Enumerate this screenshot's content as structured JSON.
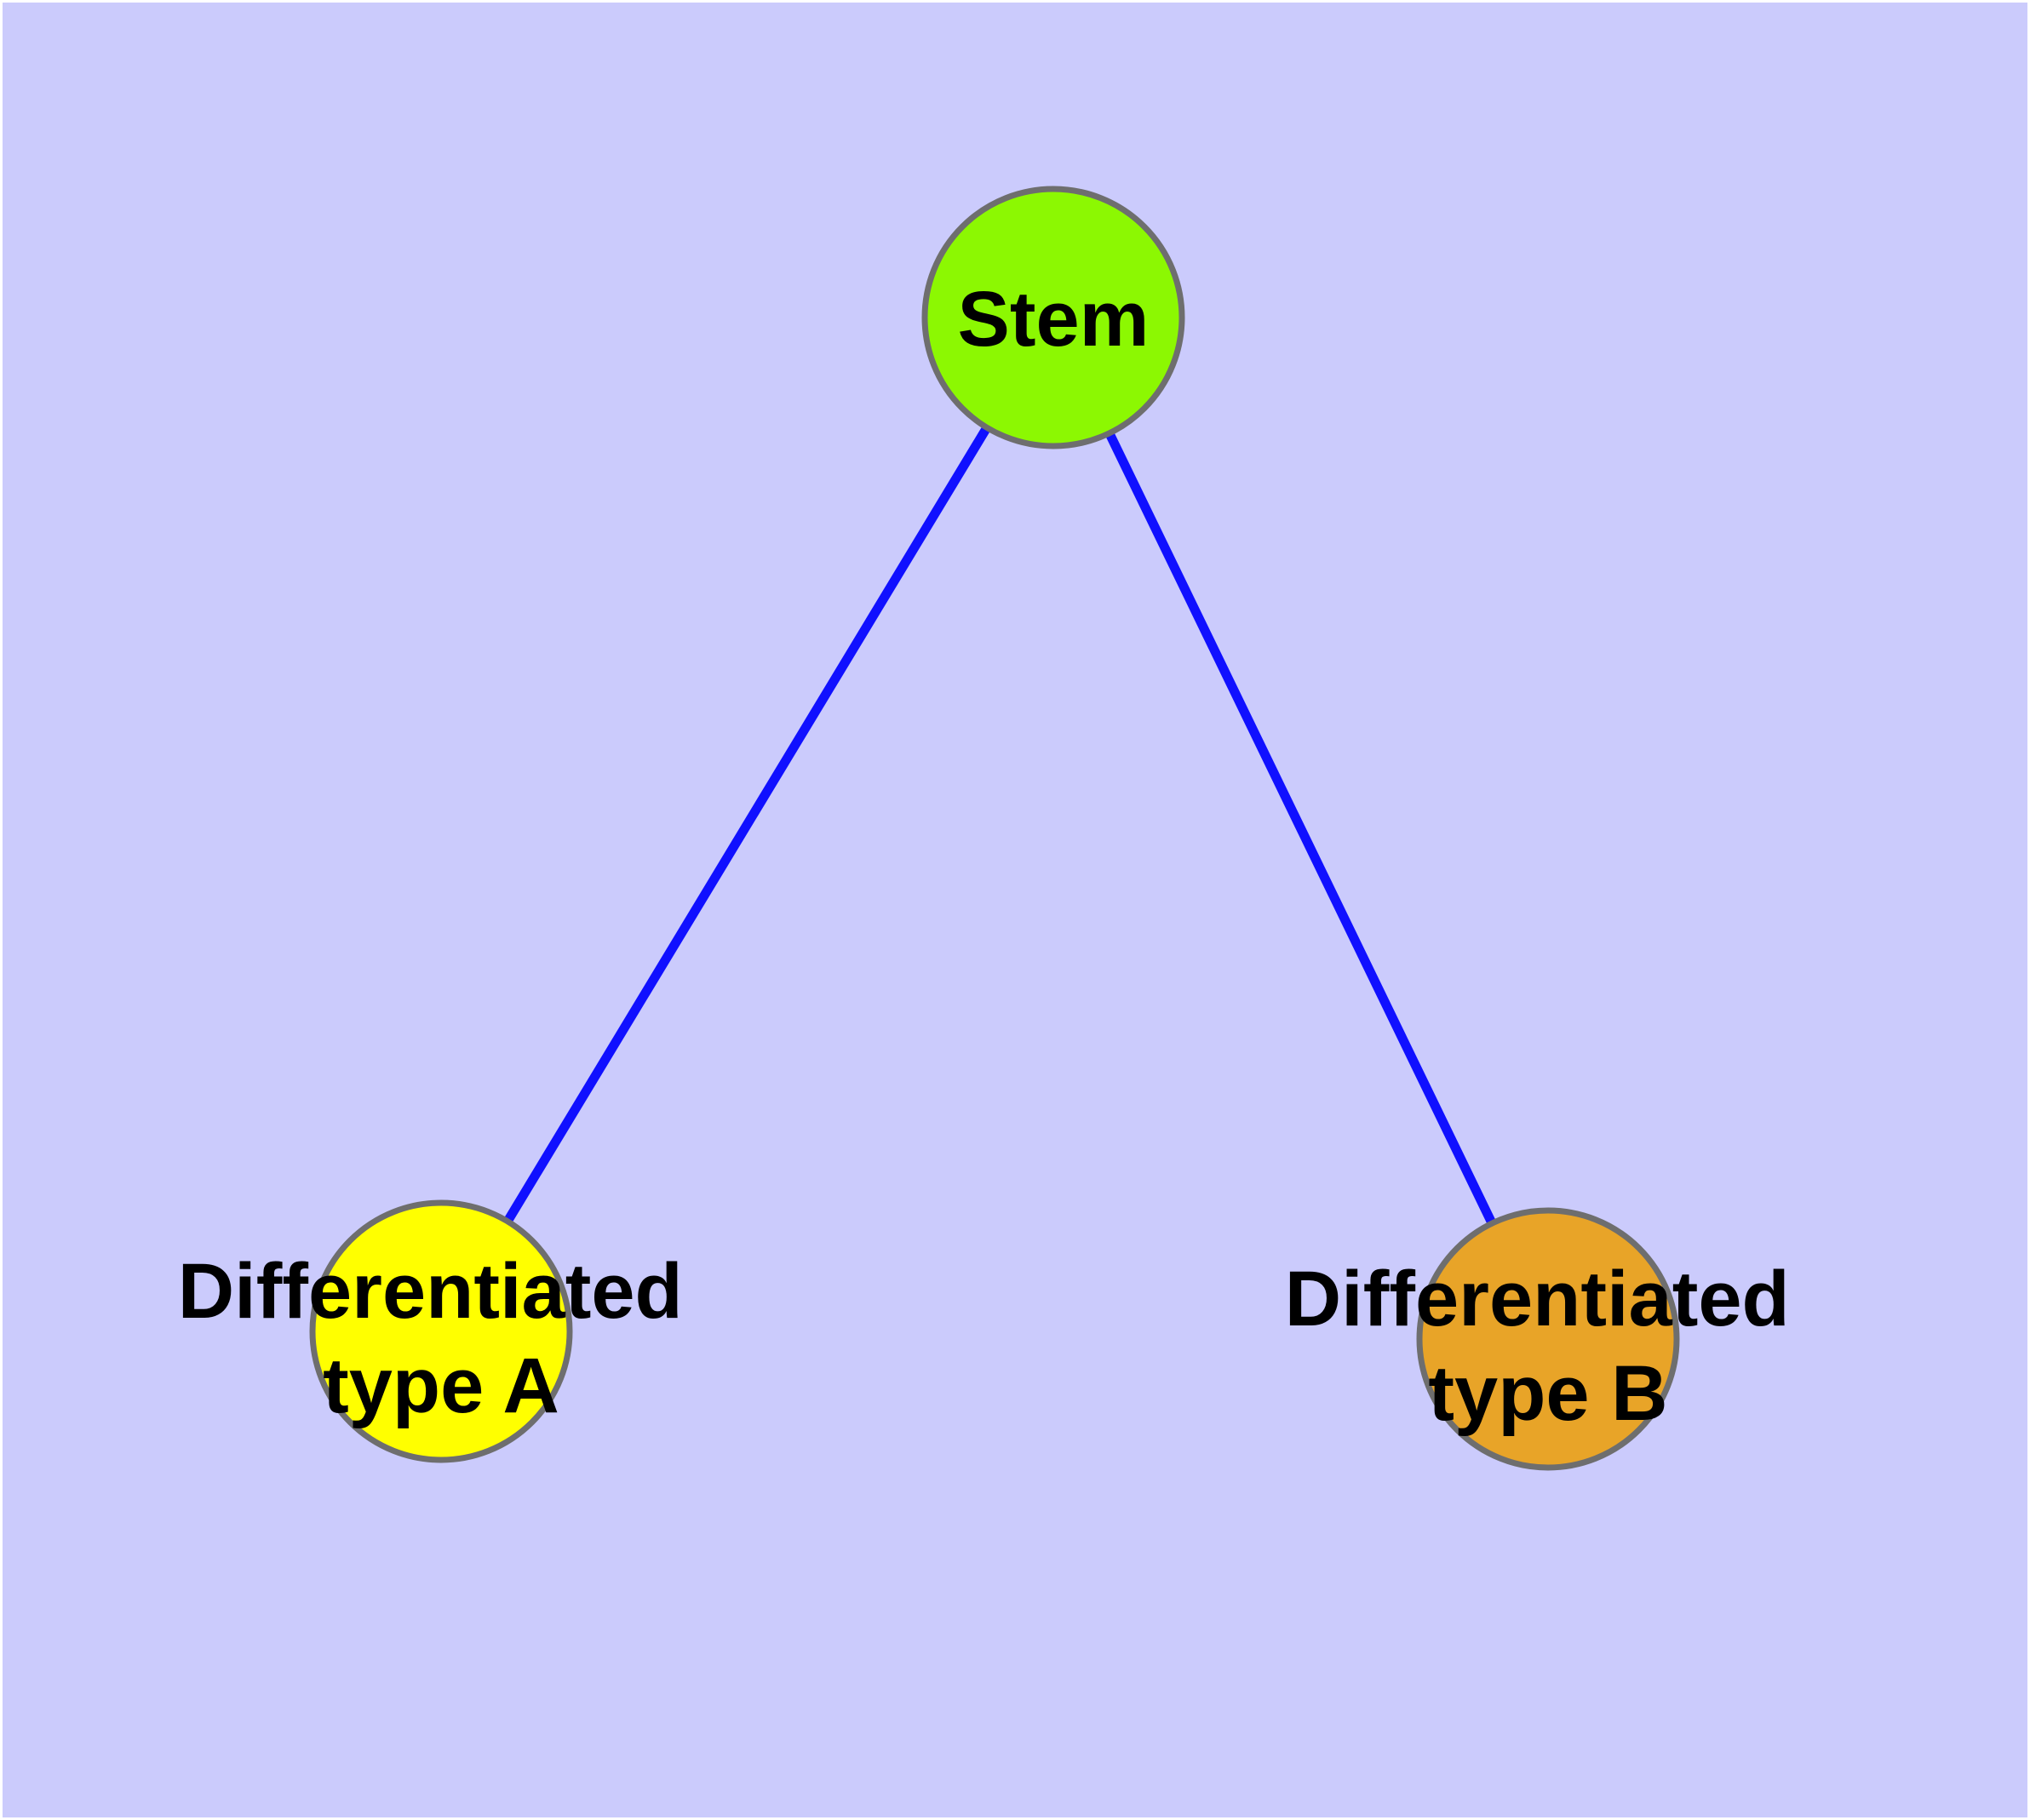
{
  "canvas": {
    "background_color": "#CBCBFC",
    "frame_color": "#FFFFFF"
  },
  "edges": {
    "color": "#1010FF",
    "list": [
      {
        "from": "stem",
        "to": "type_a"
      },
      {
        "from": "stem",
        "to": "type_b"
      }
    ]
  },
  "nodes": {
    "stem": {
      "label": "Stem",
      "fill_color": "#8CF802",
      "border_color": "#6E6E6E",
      "text_color": "#000000"
    },
    "type_a": {
      "label_line1": "Differentiated",
      "label_line2": "type A",
      "fill_color": "#FFFF00",
      "border_color": "#6E6E6E",
      "text_color": "#000000"
    },
    "type_b": {
      "label_line1": "Differentiated",
      "label_line2": "type B",
      "fill_color": "#E8A428",
      "border_color": "#6E6E6E",
      "text_color": "#000000"
    }
  }
}
